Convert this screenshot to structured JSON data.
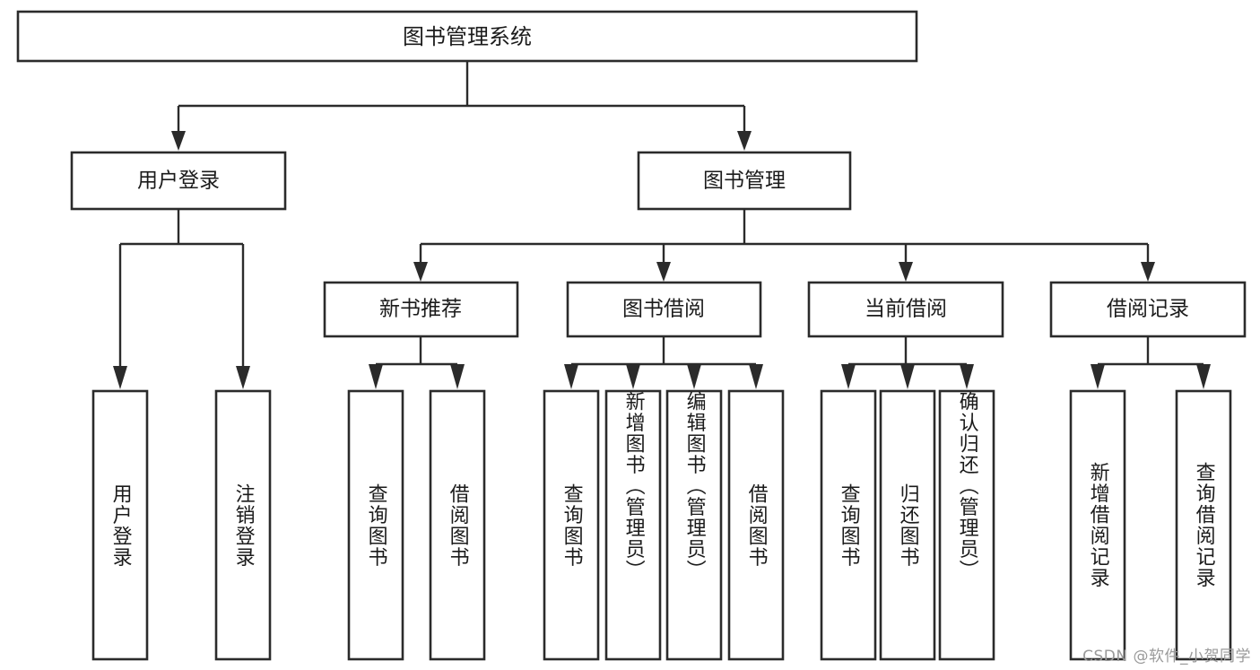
{
  "diagram": {
    "type": "tree",
    "orientation": "top-down",
    "title": "图书管理系统",
    "colors": {
      "stroke": "#2b2b2b",
      "fill": "#ffffff",
      "text": "#1b1b1b",
      "watermark": "#9a9a9a",
      "background": "#ffffff"
    },
    "root": {
      "label": "图书管理系统"
    },
    "level1": [
      {
        "label": "用户登录"
      },
      {
        "label": "图书管理"
      }
    ],
    "level2": [
      {
        "label": "新书推荐"
      },
      {
        "label": "图书借阅"
      },
      {
        "label": "当前借阅"
      },
      {
        "label": "借阅记录"
      }
    ],
    "leaves": {
      "user_login": [
        {
          "label": "用户登录"
        },
        {
          "label": "注销登录"
        }
      ],
      "new_book_recommend": [
        {
          "label": "查询图书"
        },
        {
          "label": "借阅图书"
        }
      ],
      "book_borrow": [
        {
          "label": "查询图书"
        },
        {
          "label": "新增图书（管理员）"
        },
        {
          "label": "编辑图书（管理员）"
        },
        {
          "label": "借阅图书"
        }
      ],
      "current_borrow": [
        {
          "label": "查询图书"
        },
        {
          "label": "归还图书"
        },
        {
          "label": "确认归还（管理员）"
        }
      ],
      "borrow_record": [
        {
          "label": "新增借阅记录"
        },
        {
          "label": "查询借阅记录"
        }
      ]
    }
  },
  "watermark": {
    "text": "CSDN @软件_小贺同学"
  }
}
